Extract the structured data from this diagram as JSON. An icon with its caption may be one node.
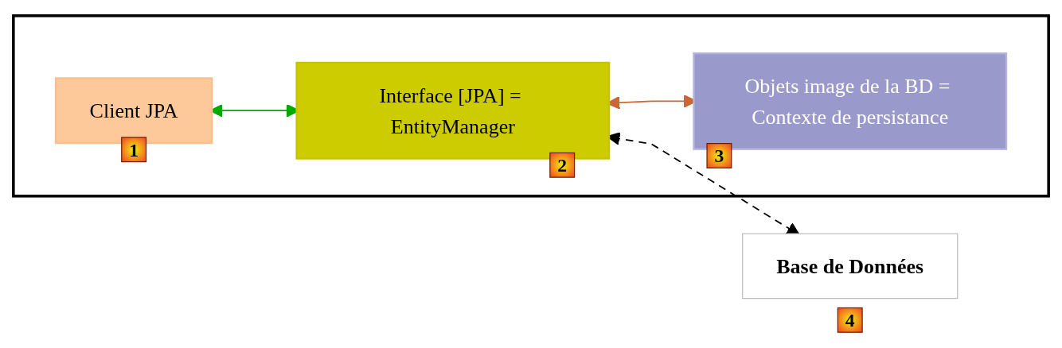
{
  "diagram": {
    "nodes": [
      {
        "text": [],
        "shape": "box"
      },
      {
        "text": [
          "Client JPA"
        ],
        "in": 0,
        "beside": [
          "1"
        ]
      },
      {
        "text": [
          "Interface [JPA] = EntityManager"
        ],
        "in": 0,
        "beside": [
          "2"
        ]
      },
      {
        "text": [
          "Objets image de la BD = Contexte de persistance"
        ],
        "in": 0,
        "beside": [
          "3"
        ]
      },
      {
        "text": [
          "Base de Données"
        ],
        "beside": [
          "4"
        ]
      }
    ],
    "edges": [
      {
        "from": 1,
        "to": 2,
        "arrow": "both",
        "color": "#00aa00"
      },
      {
        "from": 2,
        "to": 3,
        "arrow": "both",
        "color": "#cc6633"
      },
      {
        "from": 2,
        "to": 4,
        "arrow": "both",
        "style": "dashed",
        "color": "#000000"
      }
    ]
  }
}
